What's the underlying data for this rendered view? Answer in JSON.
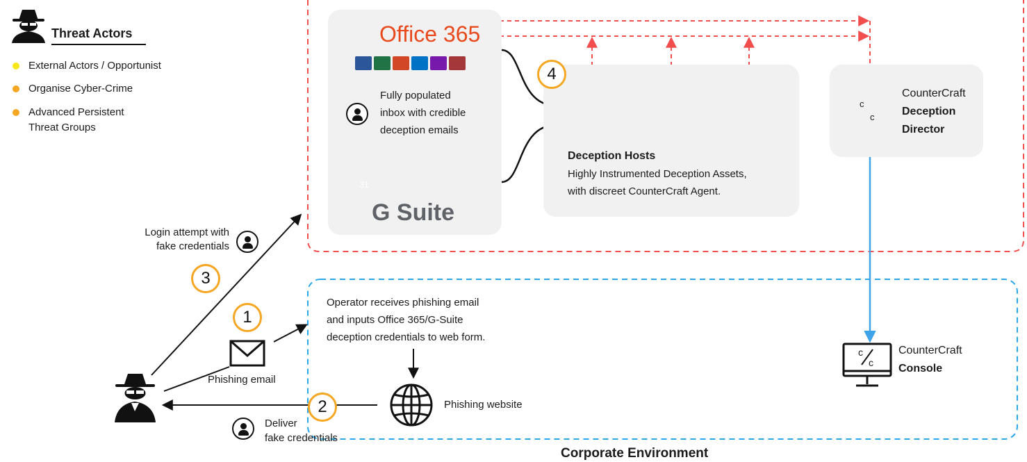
{
  "legend": {
    "title": "Threat Actors",
    "items": [
      {
        "label": "External Actors / Opportunist",
        "color": "#f7e61a"
      },
      {
        "label": "Organise Cyber-Crime",
        "color": "#f5a623"
      },
      {
        "label": "Advanced Persistent Threat Groups",
        "color": "#f5a623",
        "line1": "Advanced Persistent",
        "line2": "Threat Groups"
      }
    ]
  },
  "colors": {
    "accent_orange": "#f5a623",
    "red_dashed": "#f24e4e",
    "blue_dashed": "#2aa7ea",
    "blue_arrow": "#3ea3e8"
  },
  "office": {
    "brand": "Office 365",
    "apps_icons": [
      "word-icon",
      "excel-icon",
      "powerpoint-icon",
      "outlook-icon",
      "onenote-icon",
      "access-icon"
    ]
  },
  "inbox_text": [
    "Fully populated",
    "inbox with credible",
    "deception emails"
  ],
  "gsuite": {
    "brand": "G Suite",
    "calendar_day": "31"
  },
  "hosts": {
    "title": "Deception Hosts",
    "line1": "Highly Instrumented Deception Assets,",
    "line2": "with discreet CounterCraft Agent."
  },
  "director": {
    "line1": "CounterCraft",
    "line2": "Deception",
    "line3": "Director",
    "logo": "c/c"
  },
  "console": {
    "line1": "CounterCraft",
    "line2": "Console",
    "logo": "c/c"
  },
  "steps": {
    "s1": "1",
    "s2": "2",
    "s3": "3",
    "s4": "4"
  },
  "login_text": [
    "Login attempt with",
    "fake credentials"
  ],
  "phishing_email_label": "Phishing email",
  "operator_text": [
    "Operator receives phishing email",
    "and inputs Office 365/G-Suite",
    "deception credentials to web form."
  ],
  "phishing_website_label": "Phishing website",
  "deliver_text": [
    "Deliver",
    "fake credentials"
  ],
  "corporate_label": "Corporate Environment"
}
